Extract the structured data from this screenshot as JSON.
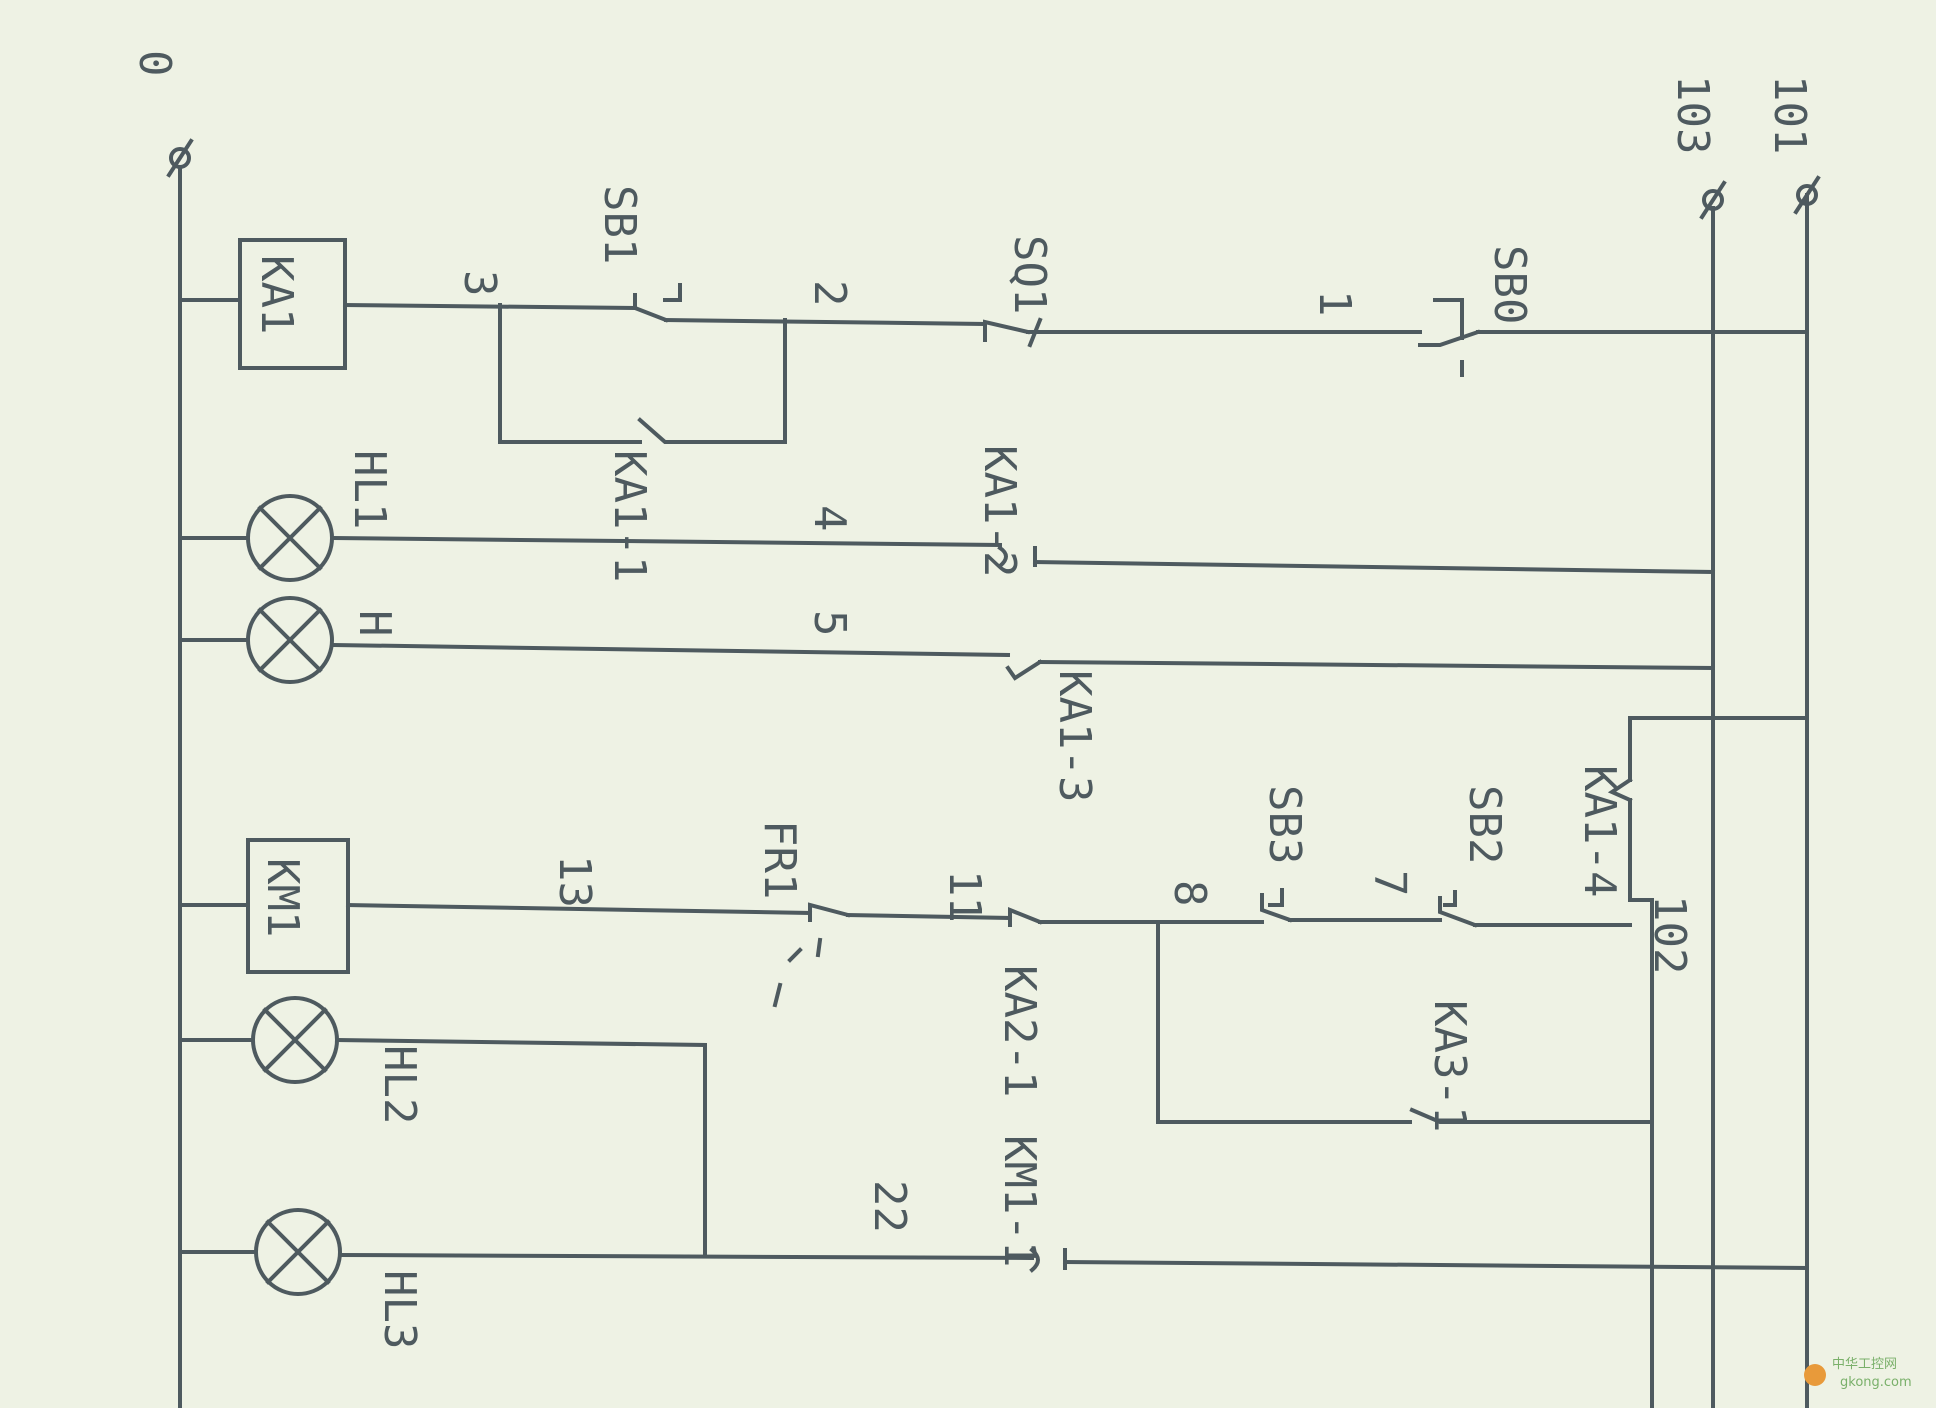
{
  "terminals": {
    "t101": "101",
    "t103": "103",
    "t0": "0",
    "t102": "102"
  },
  "nodes": {
    "n1": "1",
    "n2": "2",
    "n3": "3",
    "n4": "4",
    "n5": "5",
    "n7": "7",
    "n8": "8",
    "n11": "11",
    "n13": "13",
    "n22": "22"
  },
  "contacts": {
    "SB0": "SB0",
    "SQ1": "SQ1",
    "SB1": "SB1",
    "KA1_1": "KA1-1",
    "KA1_2": "KA1-2",
    "KA1_3": "KA1-3",
    "KA1_4": "KA1-4",
    "SB2": "SB2",
    "SB3": "SB3",
    "KA3_1": "KA3-1",
    "KA2_1": "KA2-1",
    "FR1": "FR1",
    "KM1_1": "KM1-1"
  },
  "coils": {
    "KA1": "KA1",
    "KM1": "KM1"
  },
  "lamps": {
    "HL1": "HL1",
    "H": "H",
    "HL2": "HL2",
    "HL3": "HL3"
  },
  "watermark": {
    "site": "gkong.com",
    "brand": "中华工控网"
  },
  "colors": {
    "background": "#eef2e4",
    "ink": "#4e5a5f"
  }
}
